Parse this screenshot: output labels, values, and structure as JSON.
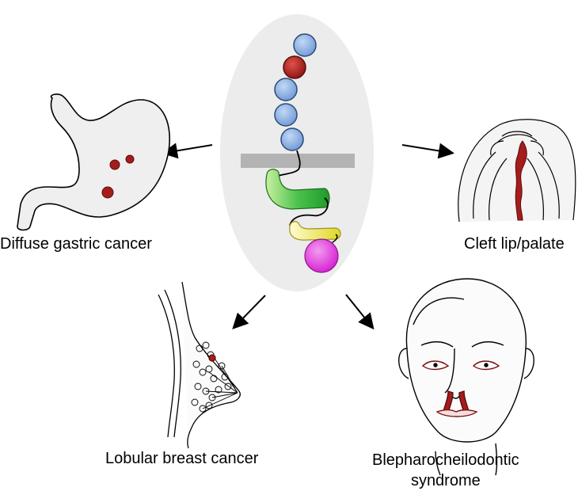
{
  "labels": {
    "gastric": "Diffuse gastric cancer",
    "cleft": "Cleft lip/palate",
    "breast": "Lobular breast cancer",
    "bcd_line1": "Blepharocheilodontic",
    "bcd_line2": "syndrome"
  },
  "colors": {
    "ellipse": "#ececec",
    "domain_blue": "#8fb4e3",
    "domain_red": "#c0201b",
    "membrane": "#b3b3b3",
    "green": "#3dbb3d",
    "yellow": "#e8e23a",
    "magenta": "#e62fd6",
    "lesion": "#a51c1c"
  }
}
